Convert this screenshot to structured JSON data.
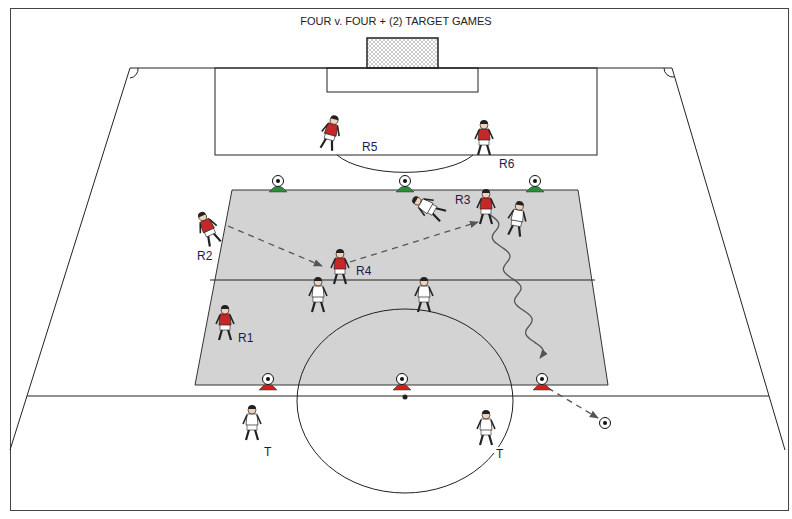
{
  "diagram": {
    "title": "FOUR v. FOUR + (2) TARGET GAMES",
    "labels": [
      "R5",
      "R6",
      "R3",
      "R2",
      "R4",
      "R1",
      "T",
      "T"
    ]
  }
}
